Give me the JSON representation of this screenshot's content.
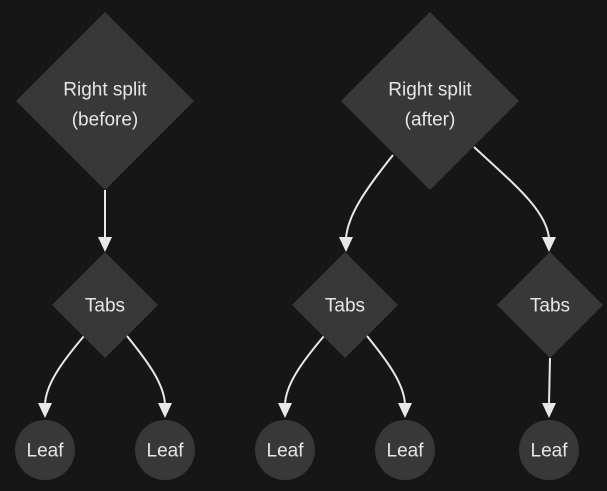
{
  "colors": {
    "background": "#161616",
    "node_fill": "#383838",
    "text": "#e6e6e6",
    "edge": "#e8e8e8"
  },
  "nodes": {
    "split_before": {
      "line1": "Right split",
      "line2": "(before)"
    },
    "tabs_before": {
      "label": "Tabs"
    },
    "leaf_before_left": {
      "label": "Leaf"
    },
    "leaf_before_right": {
      "label": "Leaf"
    },
    "split_after": {
      "line1": "Right split",
      "line2": "(after)"
    },
    "tabs_after_left": {
      "label": "Tabs"
    },
    "tabs_after_right": {
      "label": "Tabs"
    },
    "leaf_after_1": {
      "label": "Leaf"
    },
    "leaf_after_2": {
      "label": "Leaf"
    },
    "leaf_after_3": {
      "label": "Leaf"
    }
  }
}
